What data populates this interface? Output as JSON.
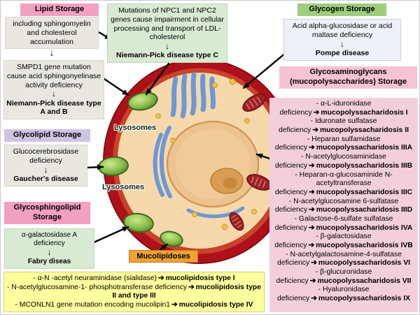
{
  "glyphs": {
    "down_arrow": "↓",
    "right_arrow": "➔"
  },
  "palette": {
    "pink_header": "#f2a0c0",
    "green_header": "#9fcd7c",
    "lavender_header": "#cfc3e2",
    "gag_pink": "#f3cfdd",
    "light_green_box": "#d9ead3",
    "gray_box": "#e9e7e0",
    "pale_blue_box": "#eef2f8",
    "yellow_box": "#feff9e",
    "orange_label": "#efa233",
    "cell_membrane_red": "#ae1119",
    "cytoplasm": "#f6d8aa",
    "lysosome_green": "#7fb944",
    "arrow_black": "#000000"
  },
  "lipid": {
    "title": "Lipid Storage",
    "desc": "including sphingomyelin and cholesterol accumulation",
    "mutation": "SMPD1 gene mutation cause acid sphingonyelinase activity deficiency",
    "disease": "Niemann-Pick disease type A and B"
  },
  "npc": {
    "desc": "Mutations of NPC1 and NPC2 genes cause impairment in cellular processing and transport of LDL-cholesterol",
    "disease": "Niemann-Pick disease type C"
  },
  "glycogen": {
    "title": "Glycogen Storage",
    "desc": "Acid alpha-glucosidase or acid maltase deficiency",
    "disease": "Pompe disease"
  },
  "gag": {
    "title": "Glycosaminoglycans (mucopolysaccharides) Storage",
    "items": [
      {
        "deficiency": "- α-L-iduronidase deficiency",
        "disease": "mucopolyssacharidosis I"
      },
      {
        "deficiency": "- Iduronate sulfatase deficiency",
        "disease": "mucopolyssacharidosis II"
      },
      {
        "deficiency": "- Heparan sulfamidase deficiency",
        "disease": "mucopolyssacharidosis IIIA"
      },
      {
        "deficiency": "- N-acetylglucosaminidase deficiency",
        "disease": "mucopolyssacharidosis IIIB"
      },
      {
        "deficiency": "- Heparan-α-glucosaminide N-acetyltransferase deficiency",
        "disease": "mucopolyssacharidosis IIIC"
      },
      {
        "deficiency": "- N-acetylglucosamine 6-sulfatase deficiency",
        "disease": "mucopolyssacharidosis IIID"
      },
      {
        "deficiency": "- Galactose-6-sulfate sulfatase deficiency",
        "disease": "mucopolyssacharidosis IVA"
      },
      {
        "deficiency": "- β-galactosidase deficiency",
        "disease": "mucopolyssacharidosis IVB"
      },
      {
        "deficiency": "- N-acetylgalactosamine-4-sulfatase deficiency",
        "disease": "mucopolyssacharidosis VI"
      },
      {
        "deficiency": "- β-glucuronidase deficiency",
        "disease": "mucopolyssacharidosis VII"
      },
      {
        "deficiency": "- Hyaluronidase deficiency",
        "disease": "mucopolyssacharidosis IX"
      }
    ]
  },
  "glycolipid": {
    "title": "Glycolipid Storage",
    "desc": "Glucocerebrosidase deficiency",
    "disease": "Gaucher's disease"
  },
  "glycosphingolipid": {
    "title": "Glycosphingolipid Storage",
    "desc": "α-galactosidase A deficiency",
    "disease": "Fabry diseas"
  },
  "cell": {
    "lysosome_label": "Lysosomes",
    "mucolipidoses_label": "Mucolipidoses"
  },
  "mucolipidoses": {
    "items": [
      {
        "deficiency": "- α-N -acetyl neuraminidase (sialidase)",
        "disease": "mucolipidosis type I"
      },
      {
        "deficiency": "- N-acetylglucosamine-1- phosphotransferase deficiency",
        "disease": "mucolipidosis type II and type III"
      },
      {
        "deficiency": "- MCONLN1 gene mutation encoding mucolipin1",
        "disease": "mucolipidosis type IV"
      }
    ]
  }
}
